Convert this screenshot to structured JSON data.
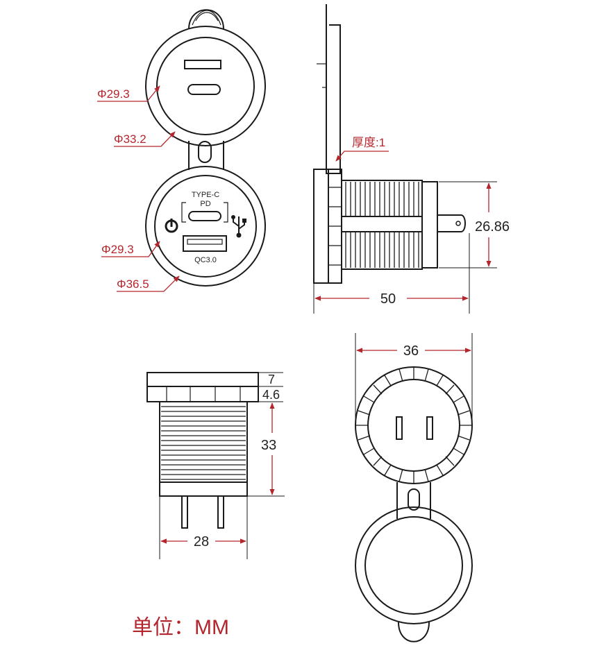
{
  "front_view": {
    "labels": {
      "d_cap_inner": "Φ29.3",
      "d_cap_outer": "Φ33.2",
      "d_face": "Φ29.3",
      "d_bezel": "Φ36.5"
    },
    "face_text": {
      "type_c": "TYPE-C",
      "pd": "PD",
      "qc": "QC3.0"
    }
  },
  "side_view": {
    "thickness_label": "厚度:1",
    "height_label": "26.86",
    "length_label": "50"
  },
  "bottom_view": {
    "dim_7": "7",
    "dim_46": "4.6",
    "dim_33": "33",
    "dim_28": "28"
  },
  "back_view": {
    "dim_36": "36"
  },
  "unit_label": "单位：MM",
  "colors": {
    "dimension": "#b3262d",
    "outline": "#1a1a1a"
  }
}
